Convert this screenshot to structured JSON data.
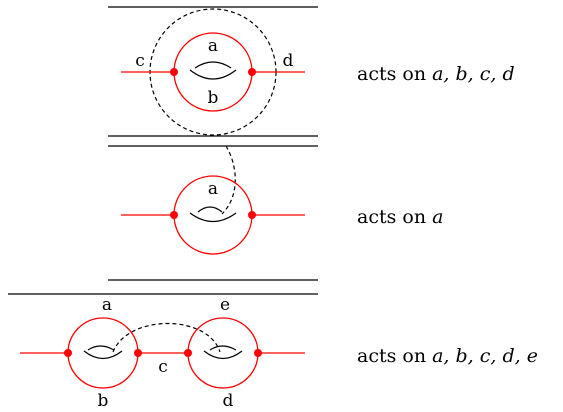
{
  "diagrams": [
    {
      "labels": {
        "a": "a",
        "b": "b",
        "c": "c",
        "d": "d"
      },
      "caption": {
        "prefix": "acts on ",
        "vars": "a, b, c, d"
      }
    },
    {
      "labels": {
        "a": "a"
      },
      "caption": {
        "prefix": "acts on ",
        "vars": "a"
      }
    },
    {
      "labels": {
        "a": "a",
        "b": "b",
        "c": "c",
        "d": "d",
        "e": "e"
      },
      "caption": {
        "prefix": "acts on ",
        "vars": "a, b, c, d, e"
      }
    }
  ],
  "colors": {
    "strand": "#ff0000",
    "line": "#000000",
    "dashed": "#000000"
  }
}
